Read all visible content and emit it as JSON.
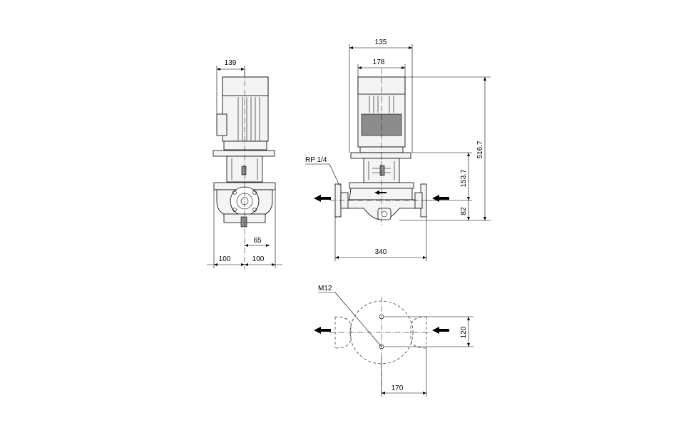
{
  "dimensions": {
    "side_top_width": "139",
    "side_port_offset": "65",
    "side_left_half": "100",
    "side_right_half": "100",
    "front_outer_width": "135",
    "front_motor_width": "178",
    "front_overall_height": "516.7",
    "front_upper_height": "153.7",
    "front_port_height": "82",
    "front_port_span": "340",
    "plan_bolt_spacing": "120",
    "plan_half_span": "170"
  },
  "labels": {
    "vent_plug": "RP 1/4",
    "anchor_thread": "M12"
  },
  "icons": {
    "flow_arrow": "left-arrow-icon"
  }
}
